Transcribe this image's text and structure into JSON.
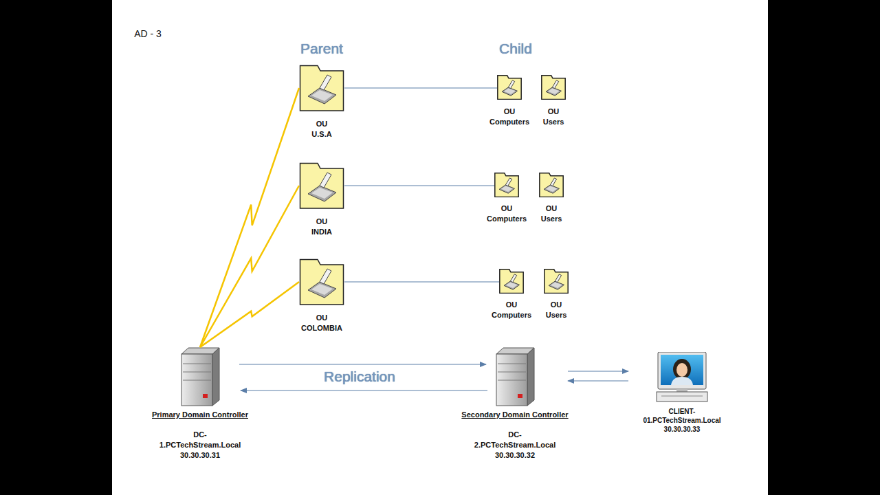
{
  "diagram": {
    "title": "AD - 3",
    "nodes": [
      {
        "text": [
          "OU U.S.A"
        ]
      },
      {
        "text": [
          "OU Computers"
        ]
      },
      {
        "text": [
          "OU Users"
        ]
      },
      {
        "text": [
          "OU INDIA"
        ]
      },
      {
        "text": [
          "OU Computers"
        ]
      },
      {
        "text": [
          "OU Users"
        ]
      },
      {
        "text": [
          "OU COLOMBIA"
        ]
      },
      {
        "text": [
          "OU Computers"
        ]
      },
      {
        "text": [
          "OU Users"
        ]
      },
      {
        "text": [
          "Primary Domain Controller",
          "DC-1.PCTechStream.Local 30.30.30.31"
        ]
      },
      {
        "text": [
          "Secondary Domain Controller",
          "DC-2.PCTechStream.Local 30.30.30.32"
        ]
      },
      {
        "text": [
          "CLIENT-01.PCTechStream.Local 30.30.30.33"
        ]
      }
    ],
    "edges": [
      {
        "from": 0,
        "to": 1,
        "arrow": "none"
      },
      {
        "from": 3,
        "to": 4,
        "arrow": "none"
      },
      {
        "from": 6,
        "to": 7,
        "arrow": "none"
      },
      {
        "from": 9,
        "to": 0,
        "arrow": "none"
      },
      {
        "from": 9,
        "to": 3,
        "arrow": "none"
      },
      {
        "from": 9,
        "to": 6,
        "arrow": "none"
      },
      {
        "from": 9,
        "to": 10,
        "arrow": "to",
        "label": "Replication"
      },
      {
        "from": 10,
        "to": 9,
        "arrow": "to"
      },
      {
        "from": 10,
        "to": 11,
        "arrow": "to"
      },
      {
        "from": 11,
        "to": 10,
        "arrow": "to"
      }
    ],
    "labels": [
      "Parent",
      "Child"
    ]
  }
}
